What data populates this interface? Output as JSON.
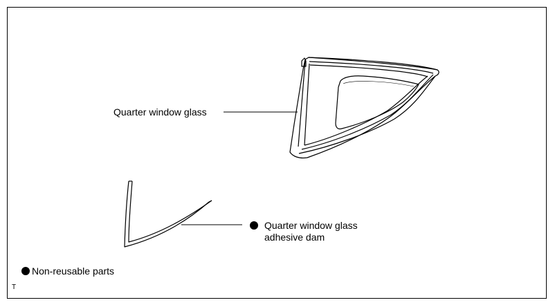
{
  "labels": {
    "quarter_window_glass": "Quarter window glass",
    "adhesive_dam_line1": "Quarter window glass",
    "adhesive_dam_line2": "adhesive dam",
    "legend_non_reusable": "Non-reusable parts",
    "corner_mark": "T"
  },
  "icons": {
    "non_reusable_marker": "filled-circle-bullet"
  },
  "colors": {
    "line": "#000000",
    "background": "#ffffff"
  }
}
